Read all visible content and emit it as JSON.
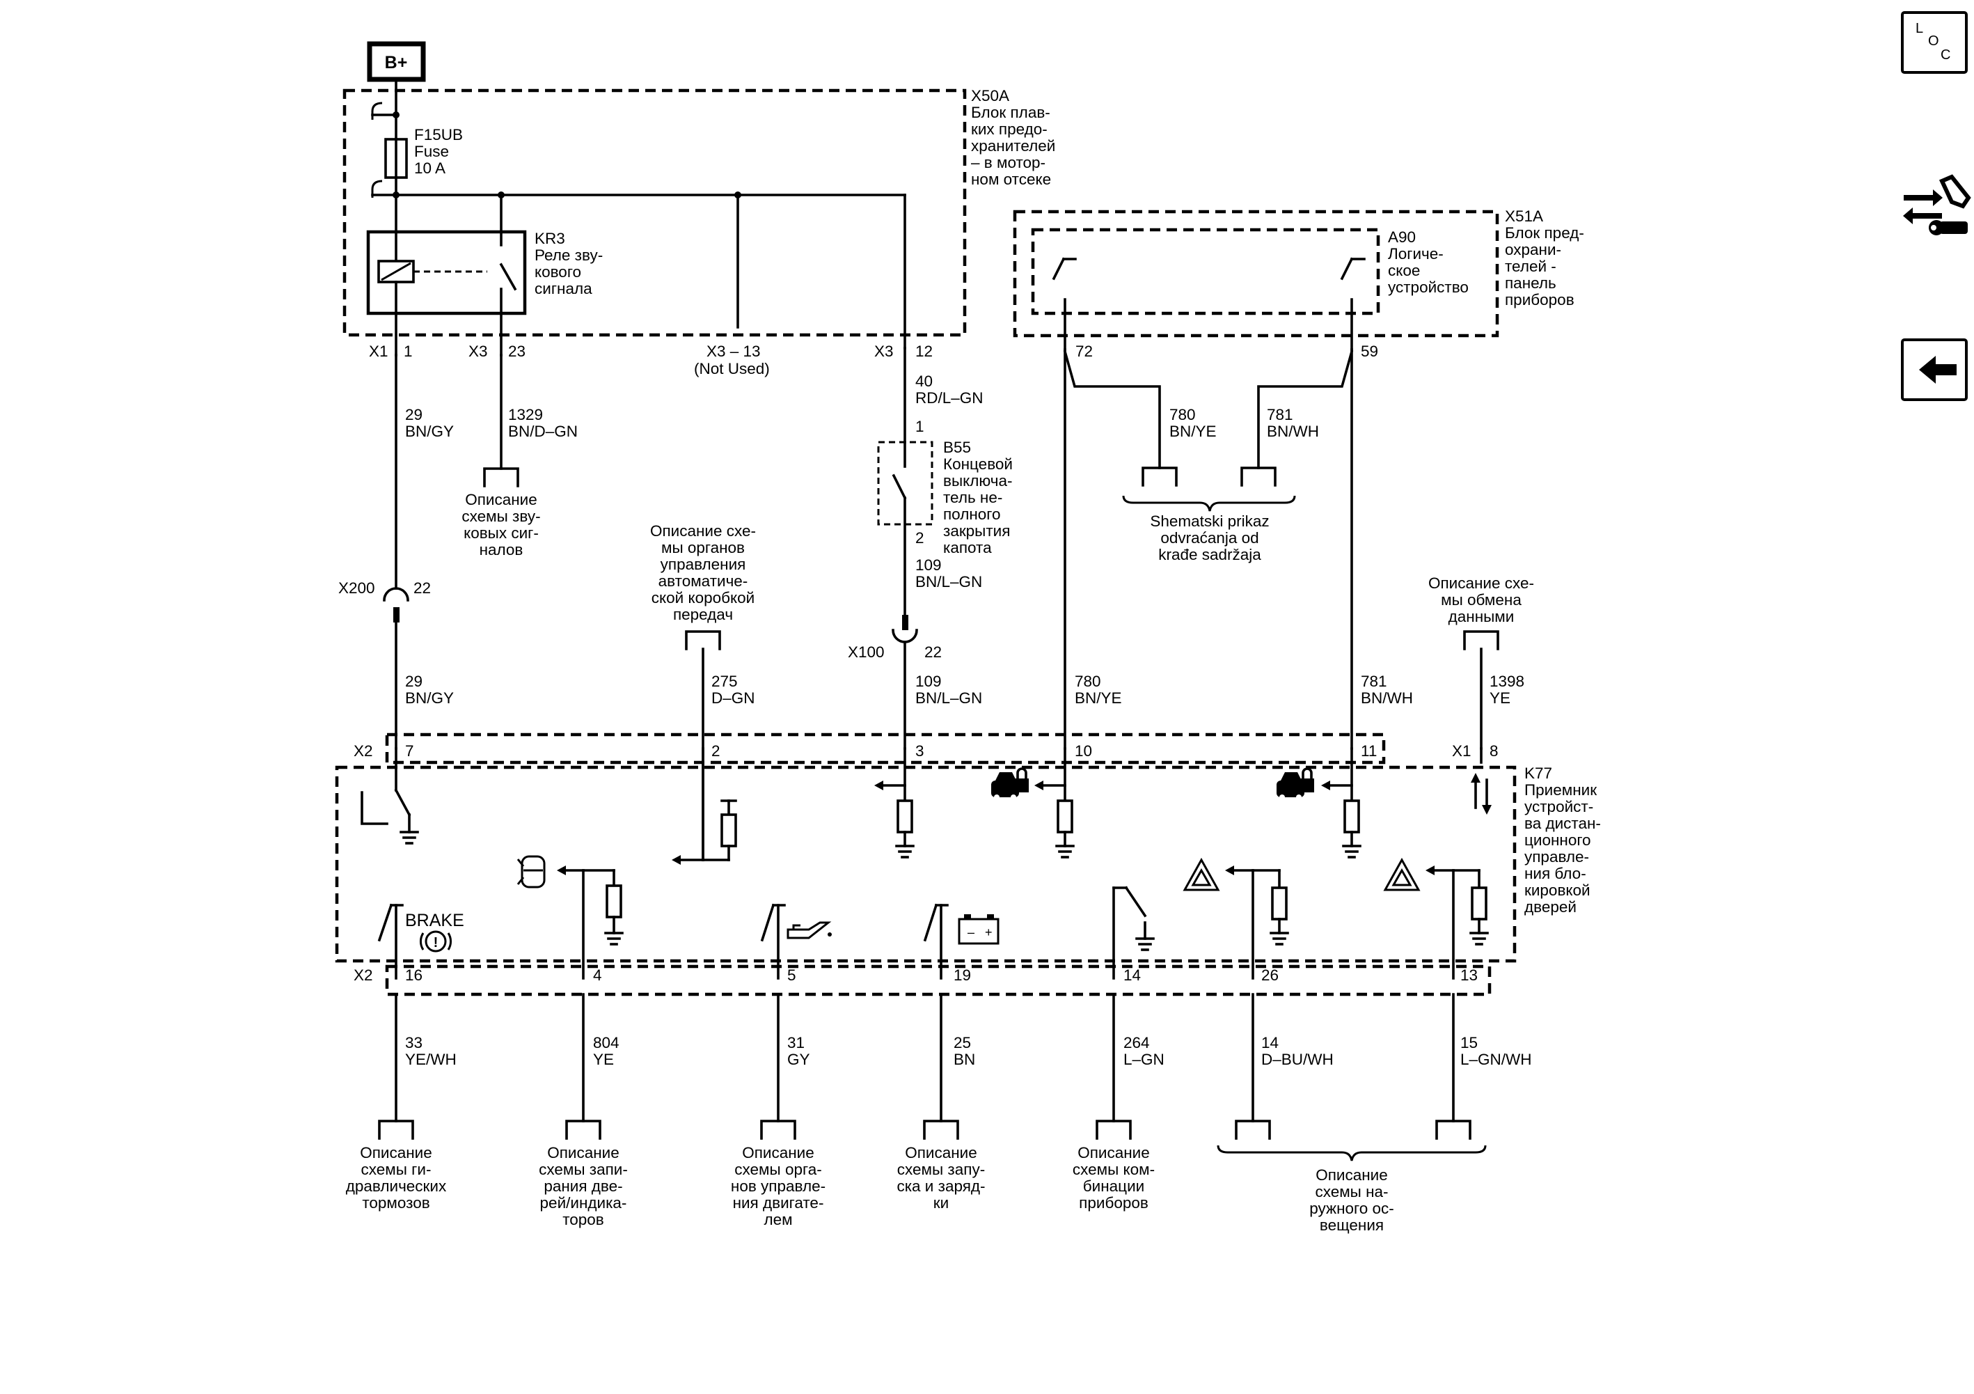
{
  "power": {
    "label": "B+"
  },
  "fuse_block_engine": {
    "id": "X50A",
    "desc": [
      "Блок плав-",
      "ких предо-",
      "хранителей",
      "– в мотор-",
      "ном отсеке"
    ]
  },
  "fuse": {
    "lines": [
      "F15UB",
      "Fuse",
      "10 A"
    ]
  },
  "relay": {
    "lines": [
      "KR3",
      "Реле зву-",
      "кового",
      "сигнала"
    ]
  },
  "fuse_block_panel": {
    "id": "X51A",
    "desc": [
      "Блок пред-",
      "охрани-",
      "телей -",
      "панель",
      "приборов"
    ]
  },
  "logic_unit": {
    "lines": [
      "A90",
      "Логиче-",
      "ское",
      "устройство"
    ]
  },
  "hood_switch": {
    "lines": [
      "B55",
      "Концевой",
      "выключа-",
      "тель не-",
      "полного",
      "закрытия",
      "капота"
    ],
    "pin_top": "1",
    "pin_bottom": "2"
  },
  "receiver": {
    "lines": [
      "K77",
      "Приемник",
      "устройст-",
      "ва дистан-",
      "ционного",
      "управле-",
      "ния бло-",
      "кировкой",
      "дверей"
    ]
  },
  "connectors": {
    "x1": "X1",
    "x1_pin": "1",
    "x3a": "X3",
    "x3a_pin": "23",
    "x3b": "X3 – 13",
    "x3b_note": "(Not Used)",
    "x3c": "X3",
    "x3c_pin": "12",
    "a90_pin72": "72",
    "a90_pin59": "59",
    "x200": "X200",
    "x200_pin": "22",
    "x100": "X100",
    "x100_pin": "22",
    "x2_top": "X2",
    "x1_k77": "X1",
    "x2_bottom": "X2",
    "k77_top_pins": [
      "7",
      "2",
      "3",
      "10",
      "11",
      "8"
    ],
    "k77_bottom_pins": [
      "16",
      "4",
      "5",
      "19",
      "14",
      "26",
      "13"
    ]
  },
  "wires": {
    "w29a": [
      "29",
      "BN/GY"
    ],
    "w1329": [
      "1329",
      "BN/D–GN"
    ],
    "w40": [
      "40",
      "RD/L–GN"
    ],
    "w780a": [
      "780",
      "BN/YE"
    ],
    "w781a": [
      "781",
      "BN/WH"
    ],
    "w109a": [
      "109",
      "BN/L–GN"
    ],
    "w29b": [
      "29",
      "BN/GY"
    ],
    "w275": [
      "275",
      "D–GN"
    ],
    "w109b": [
      "109",
      "BN/L–GN"
    ],
    "w780b": [
      "780",
      "BN/YE"
    ],
    "w781b": [
      "781",
      "BN/WH"
    ],
    "w1398": [
      "1398",
      "YE"
    ],
    "w33": [
      "33",
      "YE/WH"
    ],
    "w804": [
      "804",
      "YE"
    ],
    "w31": [
      "31",
      "GY"
    ],
    "w25": [
      "25",
      "BN"
    ],
    "w264": [
      "264",
      "L–GN"
    ],
    "w14": [
      "14",
      "D–BU/WH"
    ],
    "w15": [
      "15",
      "L–GN/WH"
    ]
  },
  "refs": {
    "horn": [
      "Описание",
      "схемы зву-",
      "ковых сиг-",
      "налов"
    ],
    "antitheft": [
      "Shematski prikaz",
      "odvraćanja od",
      "krađe sadržaja"
    ],
    "transmission": [
      "Описание схе-",
      "мы органов",
      "управления",
      "автоматиче-",
      "ской коробкой",
      "передач"
    ],
    "data": [
      "Описание схе-",
      "мы обмена",
      "данными"
    ],
    "brakes": [
      "Описание",
      "схемы ги-",
      "дравлических",
      "тормозов"
    ],
    "doors": [
      "Описание",
      "схемы запи-",
      "рания две-",
      "рей/индика-",
      "торов"
    ],
    "engine": [
      "Описание",
      "схемы орга-",
      "нов управле-",
      "ния двигате-",
      "лем"
    ],
    "starting": [
      "Описание",
      "схемы запу-",
      "ска и заряд-",
      "ки"
    ],
    "cluster": [
      "Описание",
      "схемы ком-",
      "бинации",
      "приборов"
    ],
    "exterior": [
      "Описание",
      "схемы на-",
      "ружного ос-",
      "вещения"
    ]
  },
  "brake_label": "BRAKE",
  "sidebar": {
    "loc_label": [
      "L",
      "O",
      "C"
    ],
    "icons": [
      "locator-icon",
      "connector-tool-icon",
      "back-arrow-icon"
    ]
  }
}
